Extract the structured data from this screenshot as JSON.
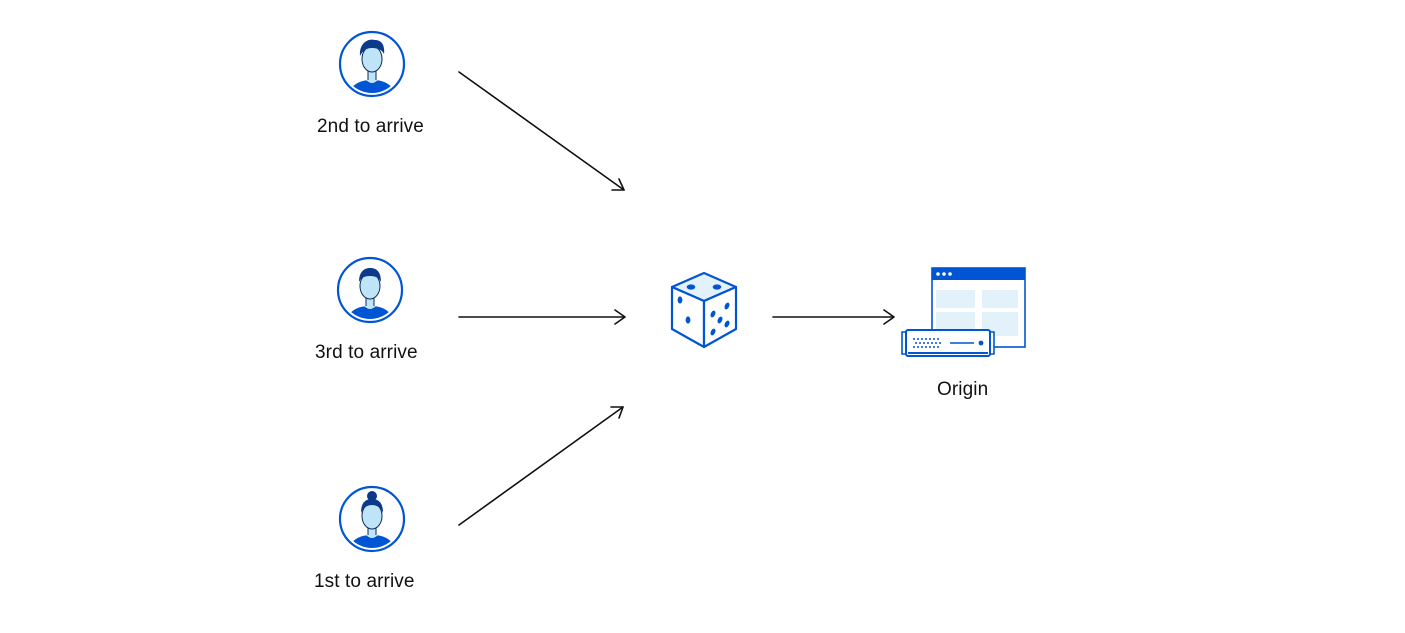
{
  "users": [
    {
      "label": "2nd to arrive",
      "avatar": "user-man-quiff-icon"
    },
    {
      "label": "3rd to arrive",
      "avatar": "user-man-short-hair-icon"
    },
    {
      "label": "1st to arrive",
      "avatar": "user-woman-bun-icon"
    }
  ],
  "balancer": {
    "icon": "dice-icon"
  },
  "origin": {
    "label": "Origin",
    "icon": "server-browser-icon"
  },
  "colors": {
    "accent": "#0055d4",
    "face": "#bfe3f7",
    "panel": "#e3f1fa",
    "arrow": "#111111",
    "text": "#111111"
  }
}
